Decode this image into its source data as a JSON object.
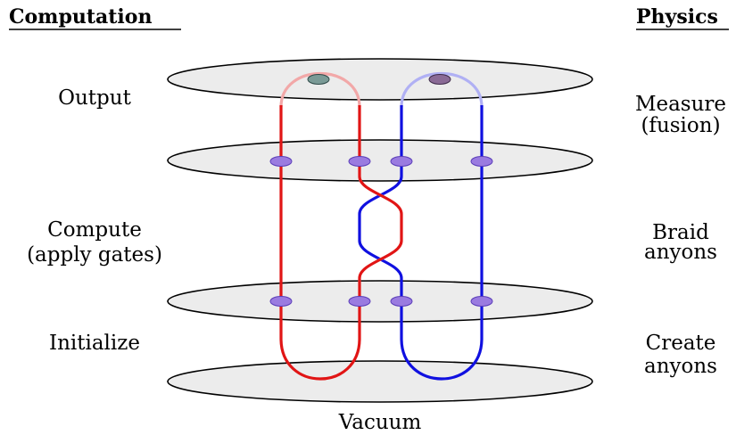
{
  "headers": {
    "left": "Computation",
    "right": "Physics"
  },
  "left_labels": {
    "output": "Output",
    "compute_line1": "Compute",
    "compute_line2": "(apply gates)",
    "initialize": "Initialize"
  },
  "right_labels": {
    "measure_line1": "Measure",
    "measure_line2": "(fusion)",
    "braid_line1": "Braid",
    "braid_line2": "anyons",
    "create_line1": "Create",
    "create_line2": "anyons"
  },
  "bottom_label": "Vacuum",
  "colors": {
    "red_worldline": "#e11515",
    "blue_worldline": "#1010e0",
    "plane_fill": "#ececec",
    "anyon": "#9a7be0",
    "output_left_anyon": "#7a9a96",
    "output_right_anyon": "#8a6a96"
  }
}
